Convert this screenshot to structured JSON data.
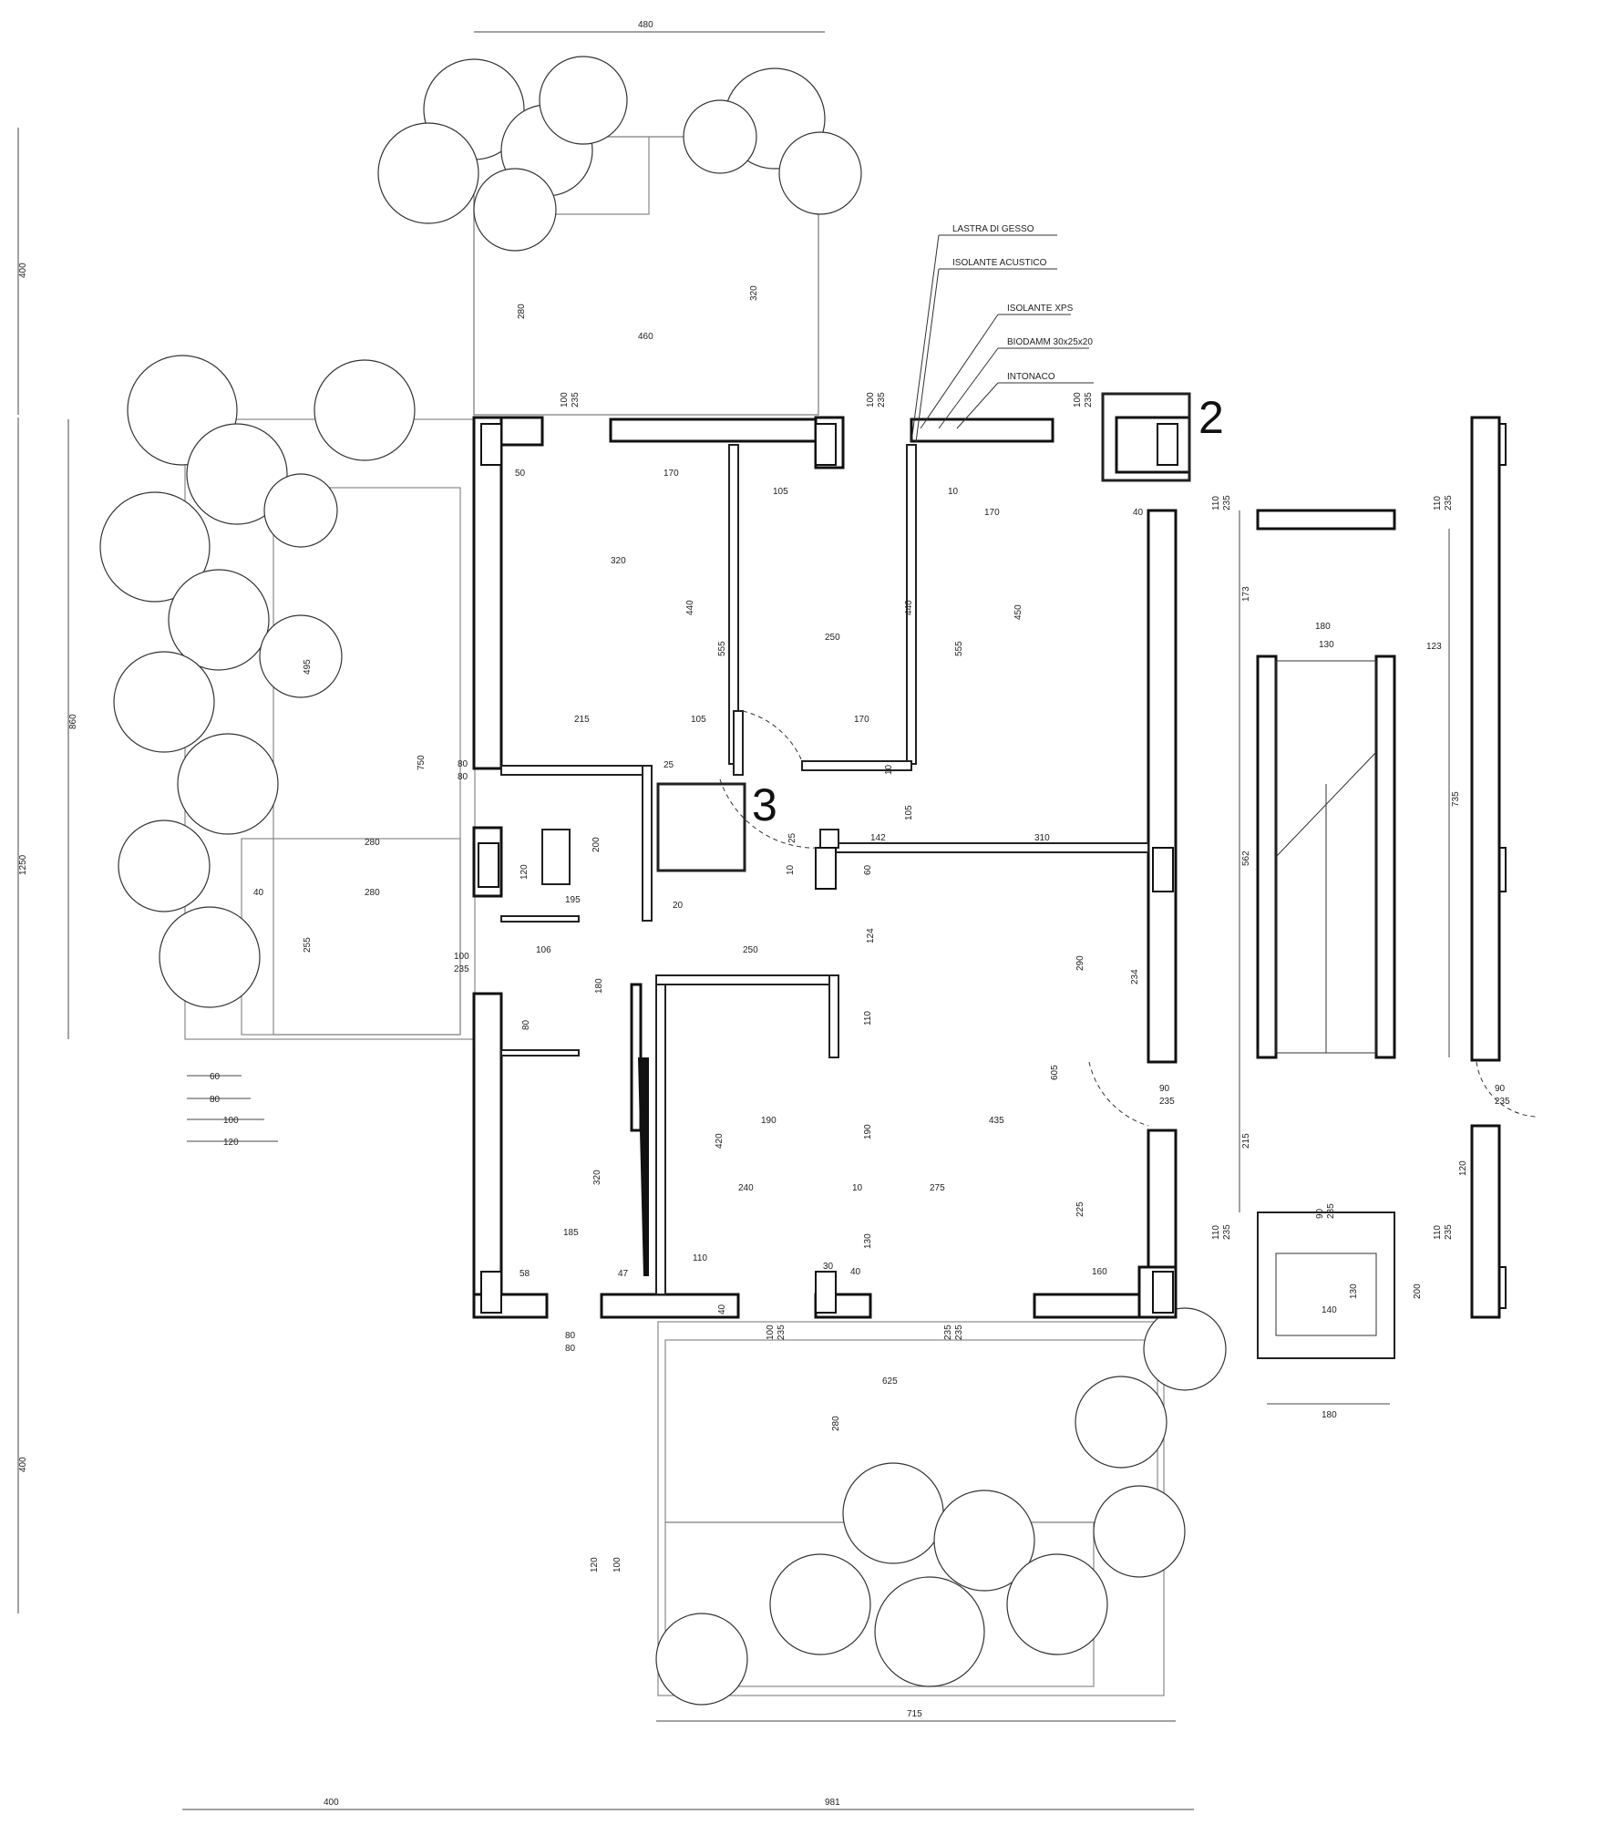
{
  "drawing": {
    "detail_markers": [
      {
        "id": "detail-marker-2",
        "label": "2"
      },
      {
        "id": "detail-marker-3",
        "label": "3"
      }
    ],
    "wall_layers": [
      "LASTRA DI GESSO",
      "ISOLANTE ACUSTICO",
      "ISOLANTE XPS",
      "BIODAMM 30x25x20",
      "INTONACO"
    ],
    "legend_dimensions": [
      "60",
      "80",
      "100",
      "120"
    ],
    "dimensions": {
      "top_terrace_width": "480",
      "top_terrace_inner": "460",
      "top_terrace_depth": "320",
      "top_terrace_280": "280",
      "left_400_top": "400",
      "left_860": "860",
      "left_1250": "1250",
      "left_400_bottom": "400",
      "left_terrace_495": "495",
      "left_terrace_750": "750",
      "left_terrace_280a": "280",
      "left_terrace_280b": "280",
      "left_terrace_40": "40",
      "left_terrace_255": "255",
      "wall_100_235_a": "100",
      "wall_100_235_a2": "235",
      "wall_100_235_b": "100",
      "wall_100_235_b2": "235",
      "wall_100_235_c": "100",
      "wall_100_235_c2": "235",
      "room_50": "50",
      "room_170a": "170",
      "room_105a": "105",
      "room_10a": "10",
      "room_170b": "170",
      "room_40a": "40",
      "room_320": "320",
      "room_440a": "440",
      "room_555a": "555",
      "room_250a": "250",
      "room_440b": "440",
      "room_555b": "555",
      "room_450": "450",
      "room_215": "215",
      "room_105b": "105",
      "room_170c": "170",
      "room_25a": "25",
      "room_10b": "10",
      "room_105c": "105",
      "room_80a": "80",
      "room_80b": "80",
      "room_200a": "200",
      "room_120a": "120",
      "room_25b": "25",
      "room_142": "142",
      "room_310": "310",
      "room_10c": "10",
      "room_60": "60",
      "room_195": "195",
      "room_20": "20",
      "room_100": "100",
      "room_235": "235",
      "room_106": "106",
      "room_250b": "250",
      "room_124": "124",
      "room_290": "290",
      "room_234": "234",
      "room_180a": "180",
      "room_110a": "110",
      "room_80c": "80",
      "room_605": "605",
      "room_190a": "190",
      "room_435": "435",
      "room_190b": "190",
      "room_420": "420",
      "room_320b": "320",
      "room_240": "240",
      "room_10d": "10",
      "room_275": "275",
      "room_225": "225",
      "room_185": "185",
      "room_130a": "130",
      "room_110b": "110",
      "room_30": "30",
      "room_40b": "40",
      "room_160": "160",
      "room_58": "58",
      "room_47": "47",
      "room_40c": "40",
      "bot_80a": "80",
      "bot_80b": "80",
      "bot_100": "100",
      "bot_235a": "235",
      "bot_235b": "235",
      "bot_235c": "235",
      "east_110a": "110",
      "east_235a": "235",
      "east_110b": "110",
      "east_235b": "235",
      "east_173": "173",
      "east_180": "180",
      "east_130": "130",
      "east_123": "123",
      "east_735": "735",
      "east_562": "562",
      "east_90a": "90",
      "east_235c": "235",
      "east_90b": "90",
      "east_235d": "235",
      "east_215": "215",
      "east_120": "120",
      "east_110c": "110",
      "east_235e": "235",
      "east_90c": "90",
      "east_235f": "235",
      "east_110d": "110",
      "east_235g": "235",
      "east_130b": "130",
      "east_140": "140",
      "east_200": "200",
      "east_180b": "180",
      "bot_terrace_625": "625",
      "bot_terrace_280": "280",
      "bot_120": "120",
      "bot_100b": "100",
      "bot_715": "715",
      "bot_400": "400",
      "bot_981": "981"
    }
  }
}
